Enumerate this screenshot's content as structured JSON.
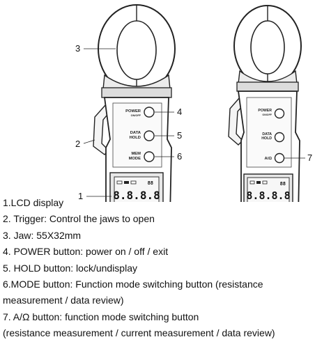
{
  "device_left": {
    "buttons": [
      {
        "line1": "POWER",
        "line2": "ON/OFF"
      },
      {
        "line1": "DATA",
        "line2": "HOLD"
      },
      {
        "line1": "MEM",
        "line2": "MODE"
      }
    ],
    "lcd_digits": "8.8.8.8",
    "lcd_small": "88",
    "callouts": {
      "lcd": "1",
      "trigger": "2",
      "jaw": "3",
      "power": "4",
      "hold": "5",
      "mode": "6"
    }
  },
  "device_right": {
    "buttons": [
      {
        "line1": "POWER",
        "line2": "ON/OFF"
      },
      {
        "line1": "DATA",
        "line2": "HOLD"
      },
      {
        "line1": "A/Ω",
        "line2": ""
      }
    ],
    "lcd_digits": "8.8.8.8",
    "lcd_small": "88",
    "callouts": {
      "a_ohm": "7"
    }
  },
  "legend": [
    "1.LCD display",
    "2. Trigger: Control the jaws to open",
    "3. Jaw: 55X32mm",
    "4. POWER button: power on / off / exit",
    "5. HOLD button: lock/undisplay",
    "6.MODE button: Function mode switching button (resistance",
    "measurement / data review)",
    "7. A/Ω button: function mode switching button",
    "(resistance measurement / current measurement / data review)"
  ]
}
